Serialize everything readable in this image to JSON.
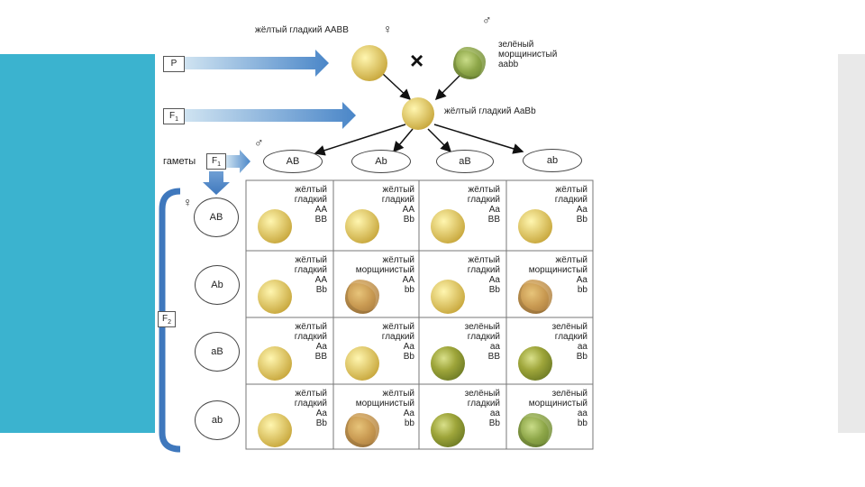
{
  "colors": {
    "band": "#3bb3cf",
    "arrow": "#4a86c8",
    "yellow_pea": "#d8c26a",
    "green_pea": "#8b9a34"
  },
  "generations": {
    "p": "P",
    "f1": "F",
    "f1_sub": "1",
    "f2": "F",
    "f2_sub": "2"
  },
  "parents": {
    "female_label": "жёлтый гладкий AABB",
    "male_label_line1": "зелёный",
    "male_label_line2": "морщинистый",
    "male_label_line3": "aabb",
    "cross": "×"
  },
  "f1": {
    "label": "жёлтый гладкий AaBb"
  },
  "gametes": {
    "label": "гаметы",
    "male_top": [
      "AB",
      "Ab",
      "aB",
      "ab"
    ],
    "female_left": [
      "AB",
      "Ab",
      "aB",
      "ab"
    ]
  },
  "symbols": {
    "female": "♀",
    "male": "♂"
  },
  "grid": {
    "rows": [
      [
        {
          "color": "жёлтый",
          "shape": "гладкий",
          "g1": "AA",
          "g2": "BB",
          "pea": "yellow"
        },
        {
          "color": "жёлтый",
          "shape": "гладкий",
          "g1": "AA",
          "g2": "Bb",
          "pea": "yellow"
        },
        {
          "color": "жёлтый",
          "shape": "гладкий",
          "g1": "Aa",
          "g2": "BB",
          "pea": "yellow"
        },
        {
          "color": "жёлтый",
          "shape": "гладкий",
          "g1": "Aa",
          "g2": "Bb",
          "pea": "yellow"
        }
      ],
      [
        {
          "color": "жёлтый",
          "shape": "гладкий",
          "g1": "AA",
          "g2": "Bb",
          "pea": "yellow"
        },
        {
          "color": "жёлтый",
          "shape": "морщинистый",
          "g1": "AA",
          "g2": "bb",
          "pea": "wyellow"
        },
        {
          "color": "жёлтый",
          "shape": "гладкий",
          "g1": "Aa",
          "g2": "Bb",
          "pea": "yellow"
        },
        {
          "color": "жёлтый",
          "shape": "морщинистый",
          "g1": "Aa",
          "g2": "bb",
          "pea": "wyellow"
        }
      ],
      [
        {
          "color": "жёлтый",
          "shape": "гладкий",
          "g1": "Aa",
          "g2": "BB",
          "pea": "yellow"
        },
        {
          "color": "жёлтый",
          "shape": "гладкий",
          "g1": "Aa",
          "g2": "Bb",
          "pea": "yellow"
        },
        {
          "color": "зелёный",
          "shape": "гладкий",
          "g1": "aa",
          "g2": "BB",
          "pea": "green"
        },
        {
          "color": "зелёный",
          "shape": "гладкий",
          "g1": "aa",
          "g2": "Bb",
          "pea": "green"
        }
      ],
      [
        {
          "color": "жёлтый",
          "shape": "гладкий",
          "g1": "Aa",
          "g2": "Bb",
          "pea": "yellow"
        },
        {
          "color": "жёлтый",
          "shape": "морщинистый",
          "g1": "Aa",
          "g2": "bb",
          "pea": "wyellow"
        },
        {
          "color": "зелёный",
          "shape": "гладкий",
          "g1": "aa",
          "g2": "Bb",
          "pea": "green"
        },
        {
          "color": "зелёный",
          "shape": "морщинистый",
          "g1": "aa",
          "g2": "bb",
          "pea": "wgreen"
        }
      ]
    ]
  }
}
